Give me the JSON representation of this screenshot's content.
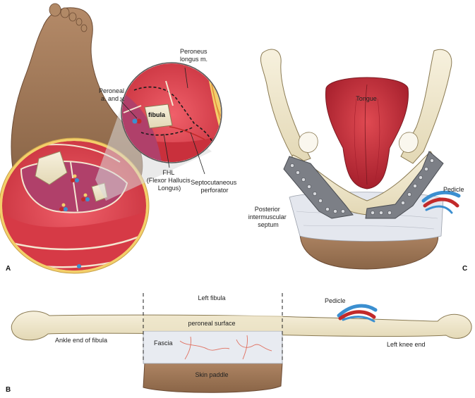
{
  "panels": {
    "a": "A",
    "b": "B",
    "c": "C"
  },
  "panel_a": {
    "peroneus": [
      "Peroneus",
      "longus m."
    ],
    "peroneal": [
      "Peroneal",
      "a. and v."
    ],
    "fibula": "fibula",
    "fhl": [
      "FHL",
      "(Flexor Hallucis",
      "Longus)"
    ],
    "septo": [
      "Septocutaneous",
      "perforator"
    ]
  },
  "panel_c": {
    "tongue": "Tongue",
    "pedicle": "Pedicle",
    "septum": [
      "Posterior",
      "intermuscular",
      "septum"
    ]
  },
  "panel_b": {
    "left_fibula": "Left fibula",
    "pedicle": "Pedicle",
    "peroneal_surface": "peroneal surface",
    "fascia": "Fascia",
    "ankle_end": "Ankle end of fibula",
    "knee_end": "Left knee end",
    "skin_paddle": "Skin paddle"
  },
  "colors": {
    "bone": "#f1ead2",
    "muscle": "#d9404a",
    "muscle_dark": "#b03a64",
    "skin": "#a07b5c",
    "fat": "#f3cf6a",
    "artery": "#c22a2a",
    "vein": "#3b8fd0",
    "tongue": "#c8283a"
  }
}
